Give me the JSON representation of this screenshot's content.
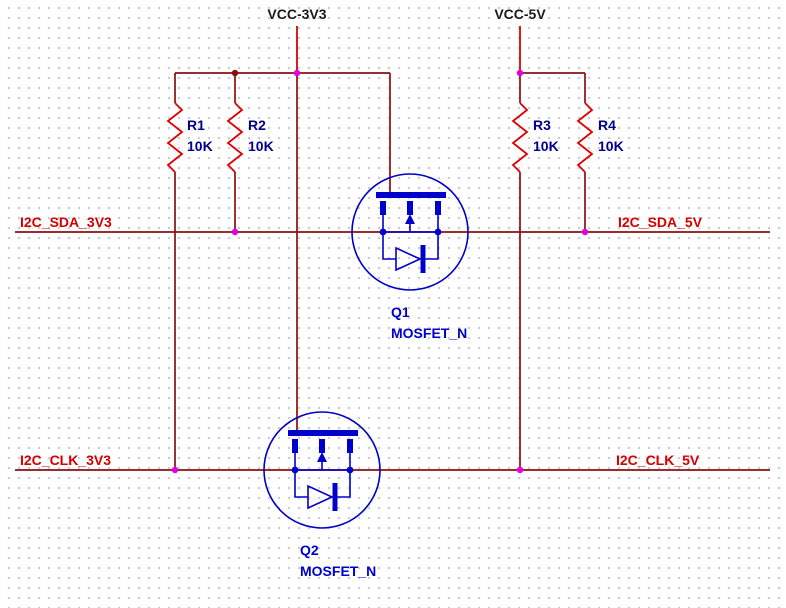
{
  "colors": {
    "background": "#ffffff",
    "grid_dot": "#c9ced6",
    "wire": "#8b0f0f",
    "component": "#dd0000",
    "net_label": "#d40000",
    "power_label": "#1a1a1a",
    "device": "#0000cc",
    "resistor_text": "#00008b",
    "junction": "#e000e0"
  },
  "power_nets": [
    {
      "name": "VCC-3V3"
    },
    {
      "name": "VCC-5V"
    }
  ],
  "net_labels": [
    {
      "name": "I2C_SDA_3V3"
    },
    {
      "name": "I2C_SDA_5V"
    },
    {
      "name": "I2C_CLK_3V3"
    },
    {
      "name": "I2C_CLK_5V"
    }
  ],
  "resistors": [
    {
      "ref": "R1",
      "value": "10K"
    },
    {
      "ref": "R2",
      "value": "10K"
    },
    {
      "ref": "R3",
      "value": "10K"
    },
    {
      "ref": "R4",
      "value": "10K"
    }
  ],
  "transistors": [
    {
      "ref": "Q1",
      "part": "MOSFET_N"
    },
    {
      "ref": "Q2",
      "part": "MOSFET_N"
    }
  ]
}
